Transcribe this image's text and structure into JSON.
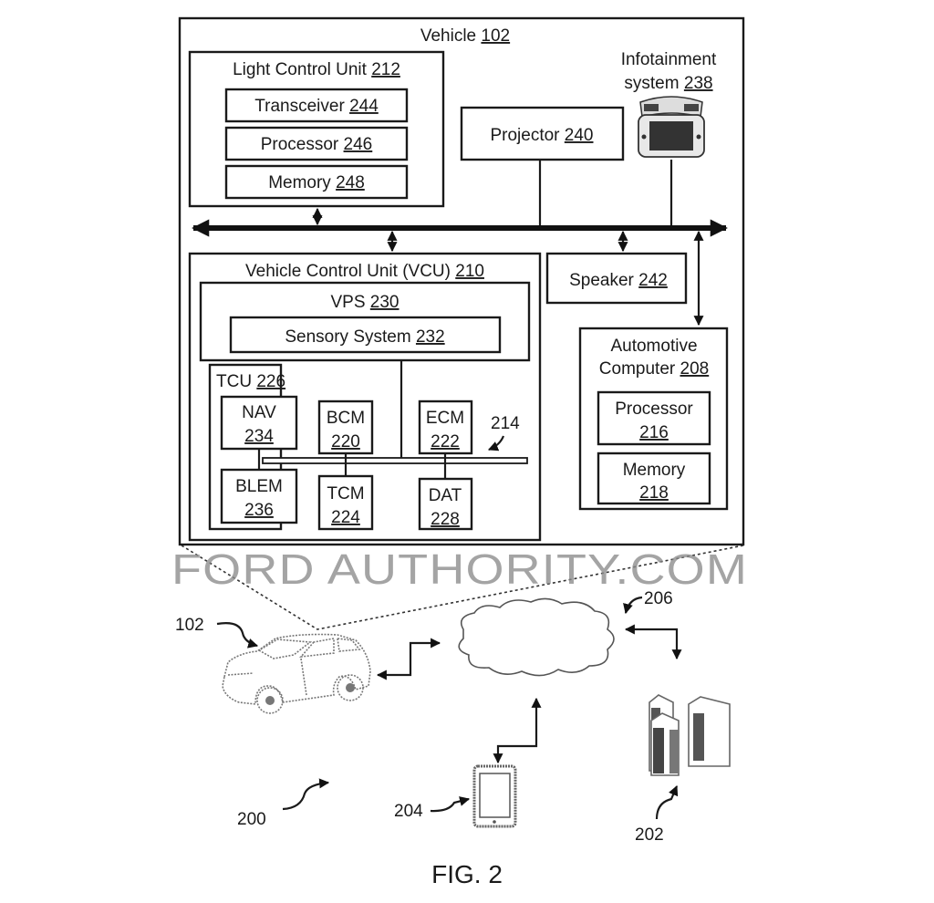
{
  "vehicle": {
    "label": "Vehicle",
    "ref": "102"
  },
  "light_control_unit": {
    "label": "Light Control Unit",
    "ref": "212",
    "components": [
      {
        "label": "Transceiver",
        "ref": "244"
      },
      {
        "label": "Processor",
        "ref": "246"
      },
      {
        "label": "Memory",
        "ref": "248"
      }
    ]
  },
  "projector": {
    "label": "Projector",
    "ref": "240"
  },
  "infotainment": {
    "label_line1": "Infotainment",
    "label_line2": "system",
    "ref": "238",
    "icon": "infotainment-display-icon"
  },
  "speaker": {
    "label": "Speaker",
    "ref": "242"
  },
  "vcu": {
    "label": "Vehicle Control Unit (VCU)",
    "ref": "210",
    "vps": {
      "label": "VPS",
      "ref": "230",
      "sensory": {
        "label": "Sensory System",
        "ref": "232"
      }
    },
    "tcu": {
      "label": "TCU",
      "ref": "226"
    },
    "modules": {
      "nav": {
        "label": "NAV",
        "ref": "234"
      },
      "blem": {
        "label": "BLEM",
        "ref": "236"
      },
      "bcm": {
        "label": "BCM",
        "ref": "220"
      },
      "tcm": {
        "label": "TCM",
        "ref": "224"
      },
      "ecm": {
        "label": "ECM",
        "ref": "222"
      },
      "dat": {
        "label": "DAT",
        "ref": "228"
      }
    },
    "bus_ref": "214"
  },
  "automotive_computer": {
    "label_line1": "Automotive",
    "label_line2": "Computer",
    "ref": "208",
    "processor": {
      "label": "Processor",
      "ref": "216"
    },
    "memory": {
      "label": "Memory",
      "ref": "218"
    }
  },
  "network": {
    "vehicle_ref": "102",
    "cloud_ref": "206",
    "mobile_device_ref": "204",
    "server_ref": "202",
    "system_ref": "200"
  },
  "watermark": "FORD AUTHORITY.COM",
  "figure_label": "FIG. 2"
}
